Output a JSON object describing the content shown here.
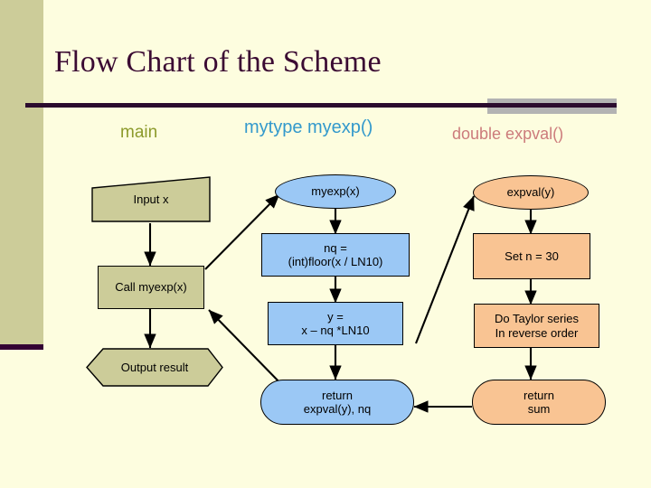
{
  "slide": {
    "title": "Flow Chart of the Scheme",
    "background_color": "#FDFDDF",
    "sidebar_color": "#CCCC99",
    "rule_color": "#2B0B2E",
    "rule_accent_color": "#B3B3B3",
    "title_color": "#3B0B33"
  },
  "columns": [
    {
      "id": "main",
      "label": "main",
      "color": "#8C9A2B",
      "node_fill": "#CCCC99"
    },
    {
      "id": "myexp",
      "label": "mytype  myexp()",
      "color": "#3399CC",
      "node_fill": "#9BC8F5"
    },
    {
      "id": "expval",
      "label": "double expval()",
      "color": "#CC7B7B",
      "node_fill": "#F9C493"
    }
  ],
  "chart_data": {
    "type": "diagram",
    "title": "Flow Chart of the Scheme",
    "lanes": [
      "main",
      "mytype  myexp()",
      "double expval()"
    ],
    "nodes": [
      {
        "id": "input-x",
        "lane": "main",
        "shape": "parallelogram",
        "text": "Input x"
      },
      {
        "id": "call-myexp",
        "lane": "main",
        "shape": "rectangle",
        "text": "Call myexp(x)"
      },
      {
        "id": "output-result",
        "lane": "main",
        "shape": "hexagon",
        "text": "Output result"
      },
      {
        "id": "myexp-entry",
        "lane": "myexp",
        "shape": "ellipse",
        "text": "myexp(x)"
      },
      {
        "id": "nq-assign",
        "lane": "myexp",
        "shape": "rectangle",
        "text": "nq =\n(int)floor(x / LN10)"
      },
      {
        "id": "y-assign",
        "lane": "myexp",
        "shape": "rectangle",
        "text": "y =\nx – nq *LN10"
      },
      {
        "id": "myexp-return",
        "lane": "myexp",
        "shape": "stadium",
        "text": "return\nexpval(y), nq"
      },
      {
        "id": "expval-entry",
        "lane": "expval",
        "shape": "ellipse",
        "text": "expval(y)"
      },
      {
        "id": "set-n",
        "lane": "expval",
        "shape": "rectangle",
        "text": "Set n = 30"
      },
      {
        "id": "taylor",
        "lane": "expval",
        "shape": "rectangle",
        "text": "Do Taylor series\nIn reverse order"
      },
      {
        "id": "expval-return",
        "lane": "expval",
        "shape": "stadium",
        "text": "return\nsum"
      }
    ],
    "edges": [
      {
        "from": "input-x",
        "to": "call-myexp",
        "kind": "vertical"
      },
      {
        "from": "call-myexp",
        "to": "output-result",
        "kind": "vertical"
      },
      {
        "from": "call-myexp",
        "to": "myexp-entry",
        "kind": "diagonal-call"
      },
      {
        "from": "myexp-entry",
        "to": "nq-assign",
        "kind": "vertical"
      },
      {
        "from": "nq-assign",
        "to": "y-assign",
        "kind": "vertical"
      },
      {
        "from": "y-assign",
        "to": "myexp-return",
        "kind": "vertical"
      },
      {
        "from": "myexp-return",
        "to": "call-myexp",
        "kind": "diagonal-return"
      },
      {
        "from": "y-assign",
        "to": "expval-entry",
        "kind": "diagonal-call"
      },
      {
        "from": "expval-entry",
        "to": "set-n",
        "kind": "vertical"
      },
      {
        "from": "set-n",
        "to": "taylor",
        "kind": "vertical"
      },
      {
        "from": "taylor",
        "to": "expval-return",
        "kind": "vertical"
      },
      {
        "from": "expval-return",
        "to": "myexp-return",
        "kind": "horizontal-return"
      }
    ]
  }
}
